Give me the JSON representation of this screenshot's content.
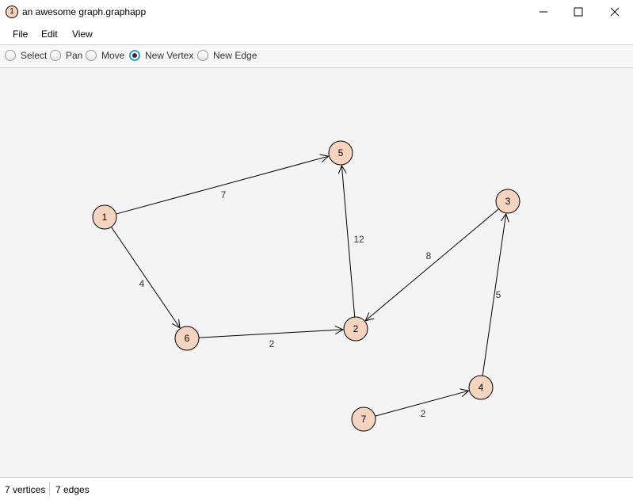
{
  "window": {
    "title": "an awesome graph.graphapp",
    "app_icon_label": "1"
  },
  "menu": {
    "items": [
      "File",
      "Edit",
      "View"
    ]
  },
  "toolbar": {
    "tools": [
      {
        "label": "Select",
        "selected": false
      },
      {
        "label": "Pan",
        "selected": false
      },
      {
        "label": "Move",
        "selected": false
      },
      {
        "label": "New Vertex",
        "selected": true
      },
      {
        "label": "New Edge",
        "selected": false
      }
    ]
  },
  "graph": {
    "vertex_fill": "#f4d3bf",
    "vertices": [
      {
        "id": "1",
        "label": "1"
      },
      {
        "id": "2",
        "label": "2"
      },
      {
        "id": "3",
        "label": "3"
      },
      {
        "id": "4",
        "label": "4"
      },
      {
        "id": "5",
        "label": "5"
      },
      {
        "id": "6",
        "label": "6"
      },
      {
        "id": "7",
        "label": "7"
      }
    ],
    "edges": [
      {
        "from": "1",
        "to": "5",
        "weight": "7"
      },
      {
        "from": "1",
        "to": "6",
        "weight": "4"
      },
      {
        "from": "6",
        "to": "2",
        "weight": "2"
      },
      {
        "from": "2",
        "to": "5",
        "weight": "12"
      },
      {
        "from": "3",
        "to": "2",
        "weight": "8"
      },
      {
        "from": "4",
        "to": "3",
        "weight": "5"
      },
      {
        "from": "7",
        "to": "4",
        "weight": "2"
      }
    ]
  },
  "status": {
    "vertices": "7 vertices",
    "edges": "7 edges"
  }
}
